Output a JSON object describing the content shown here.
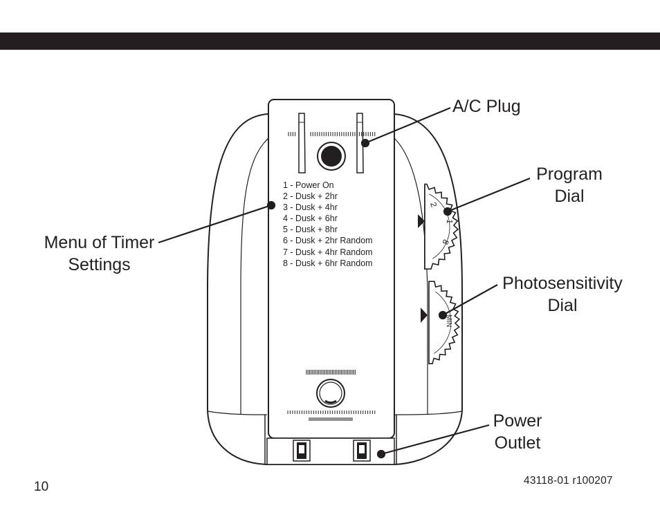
{
  "labels": {
    "ac_plug": "A/C Plug",
    "program_dial": [
      "Program",
      "Dial"
    ],
    "photosensitivity_dial": [
      "Photosensitivity",
      "Dial"
    ],
    "menu_of_timer_settings": [
      "Menu of Timer",
      "Settings"
    ],
    "power_outlet": [
      "Power",
      "Outlet"
    ]
  },
  "timer_settings": [
    "1 - Power On",
    "2 - Dusk + 2hr",
    "3 - Dusk + 4hr",
    "4 - Dusk + 6hr",
    "5 - Dusk + 8hr",
    "6 - Dusk + 2hr Random",
    "7 - Dusk + 4hr Random",
    "8 - Dusk + 6hr Random"
  ],
  "program_dial_marks": [
    "2",
    "1",
    "8"
  ],
  "photosensitivity_dial_mark": "MIN",
  "footer": {
    "page_number": "10",
    "document_code": "43118-01  r100207"
  },
  "colors": {
    "ink": "#231f20",
    "background": "#ffffff"
  }
}
